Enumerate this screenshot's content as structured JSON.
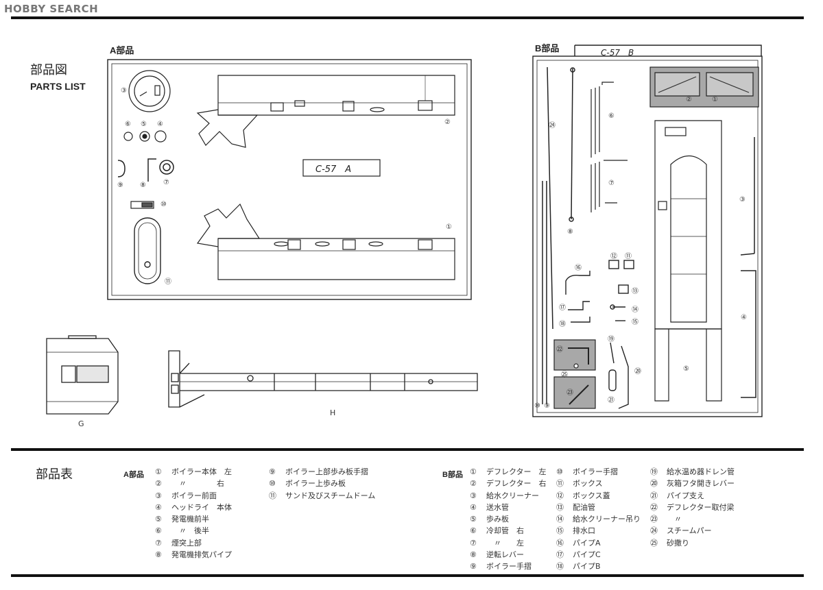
{
  "watermark": "HOBBY SEARCH",
  "title_jp": "部品図",
  "title_en": "PARTS LIST",
  "sprue_a": {
    "label": "A部品",
    "tag": "C-57　A",
    "numbers": [
      "③",
      "⑥",
      "⑤",
      "④",
      "⑨",
      "⑧",
      "⑦",
      "⑩",
      "⑪",
      "②",
      "①"
    ]
  },
  "sprue_b": {
    "label": "B部品",
    "tag": "C-57　B",
    "numbers": [
      "②",
      "①",
      "㉔",
      "⑥",
      "⑦",
      "③",
      "⑧",
      "⑫",
      "⑪",
      "⑯",
      "⑬",
      "⑰",
      "⑭",
      "⑱",
      "⑮",
      "⑲",
      "㉒",
      "㉕",
      "⑳",
      "⑤",
      "㉓",
      "㉑",
      "④",
      "⑩",
      "⑨"
    ]
  },
  "assemblies": {
    "g": "G",
    "h": "H"
  },
  "parts_table": {
    "title": "部品表",
    "a_label": "A部品",
    "b_label": "B部品",
    "a_col1": [
      {
        "n": "①",
        "t": "ボイラー本体　左"
      },
      {
        "n": "②",
        "t": "　〃　　　　右"
      },
      {
        "n": "③",
        "t": "ボイラー前面"
      },
      {
        "n": "④",
        "t": "ヘッドライ　本体"
      },
      {
        "n": "⑤",
        "t": "発電機前半"
      },
      {
        "n": "⑥",
        "t": "　〃　後半"
      },
      {
        "n": "⑦",
        "t": "煙突上部"
      },
      {
        "n": "⑧",
        "t": "発電機排気パイプ"
      }
    ],
    "a_col2": [
      {
        "n": "⑨",
        "t": "ボイラー上部歩み板手摺"
      },
      {
        "n": "⑩",
        "t": "ボイラー上歩み板"
      },
      {
        "n": "⑪",
        "t": "サンド及びスチームドーム"
      }
    ],
    "b_col1": [
      {
        "n": "①",
        "t": "デフレクター　左"
      },
      {
        "n": "②",
        "t": "デフレクター　右"
      },
      {
        "n": "③",
        "t": "給水クリーナー"
      },
      {
        "n": "④",
        "t": "送水管"
      },
      {
        "n": "⑤",
        "t": "歩み板"
      },
      {
        "n": "⑥",
        "t": "冷却管　右"
      },
      {
        "n": "⑦",
        "t": "　〃　　左"
      },
      {
        "n": "⑧",
        "t": "逆転レバー"
      },
      {
        "n": "⑨",
        "t": "ボイラー手摺"
      }
    ],
    "b_col2": [
      {
        "n": "⑩",
        "t": "ボイラー手摺"
      },
      {
        "n": "⑪",
        "t": "ボックス"
      },
      {
        "n": "⑫",
        "t": "ボックス蓋"
      },
      {
        "n": "⑬",
        "t": "配油管"
      },
      {
        "n": "⑭",
        "t": "給水クリーナー吊り"
      },
      {
        "n": "⑮",
        "t": "排水口"
      },
      {
        "n": "⑯",
        "t": "パイプA"
      },
      {
        "n": "⑰",
        "t": "パイプC"
      },
      {
        "n": "⑱",
        "t": "パイプB"
      }
    ],
    "b_col3": [
      {
        "n": "⑲",
        "t": "給水温め器ドレン管"
      },
      {
        "n": "⑳",
        "t": "灰箱フタ開きレバー"
      },
      {
        "n": "㉑",
        "t": "パイプ支え"
      },
      {
        "n": "㉒",
        "t": "デフレクター取付梁"
      },
      {
        "n": "㉓",
        "t": "　〃"
      },
      {
        "n": "㉔",
        "t": "スチームパー"
      },
      {
        "n": "㉕",
        "t": "砂撒り"
      }
    ]
  }
}
